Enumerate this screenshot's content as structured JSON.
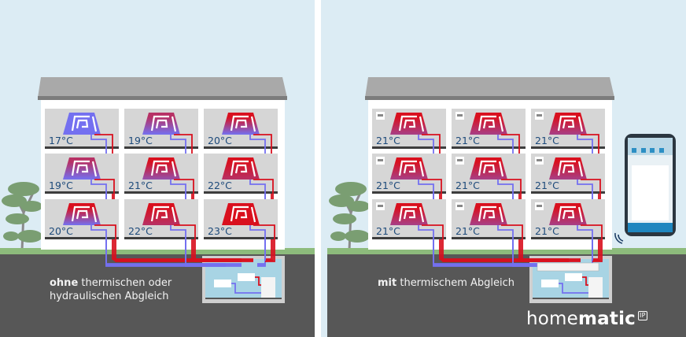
{
  "left_panel": {
    "caption_bold": "ohne",
    "caption_rest_line1": " thermischen oder",
    "caption_line2": "hydraulischen Abgleich",
    "rooms": [
      [
        "17°C",
        "19°C",
        "20°C"
      ],
      [
        "19°C",
        "21°C",
        "22°C"
      ],
      [
        "20°C",
        "22°C",
        "23°C"
      ]
    ],
    "heat_levels": [
      [
        0.0,
        0.33,
        0.5
      ],
      [
        0.33,
        0.66,
        0.83
      ],
      [
        0.5,
        0.83,
        1.0
      ]
    ]
  },
  "right_panel": {
    "caption_bold": "mit",
    "caption_rest": " thermischem Abgleich",
    "rooms": [
      [
        "21°C",
        "21°C",
        "21°C"
      ],
      [
        "21°C",
        "21°C",
        "21°C"
      ],
      [
        "21°C",
        "21°C",
        "21°C"
      ]
    ],
    "heat_levels": [
      [
        0.75,
        0.75,
        0.75
      ],
      [
        0.75,
        0.75,
        0.75
      ],
      [
        0.75,
        0.75,
        0.75
      ]
    ]
  },
  "brand": {
    "name_light": "home",
    "name_bold": "matic",
    "badge": "IP"
  },
  "colors": {
    "sky": "#dcecf4",
    "ground": "#575757",
    "grass": "#8dbb7c",
    "pipe_hot": "#d9101e",
    "pipe_cold": "#7470f0",
    "temp_text": "#1d4a7a",
    "room": "#d6d6d6",
    "basement_water": "#a8d4e4"
  }
}
